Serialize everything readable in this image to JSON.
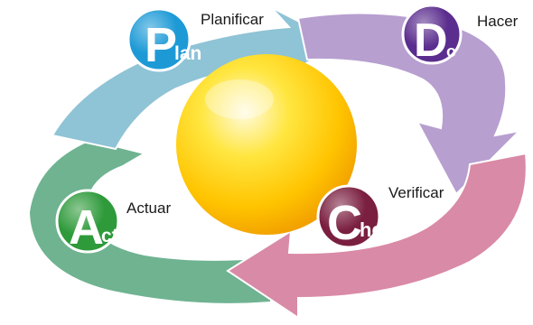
{
  "cycle": {
    "plan": {
      "letter": "P",
      "rest": "lan",
      "caption": "Planificar",
      "color": "#8fc3d6",
      "badge": "#1d9ad6"
    },
    "do": {
      "letter": "D",
      "rest": "o",
      "caption": "Hacer",
      "color": "#b79fd0",
      "badge": "#5b2d8e"
    },
    "check": {
      "letter": "C",
      "rest": "heck",
      "caption": "Verificar",
      "color": "#d98aa6",
      "badge": "#7a1f3f"
    },
    "act": {
      "letter": "A",
      "rest": "ct",
      "caption": "Actuar",
      "color": "#6fb391",
      "badge": "#2e9a3a"
    },
    "center_color": "#ffd21a"
  }
}
